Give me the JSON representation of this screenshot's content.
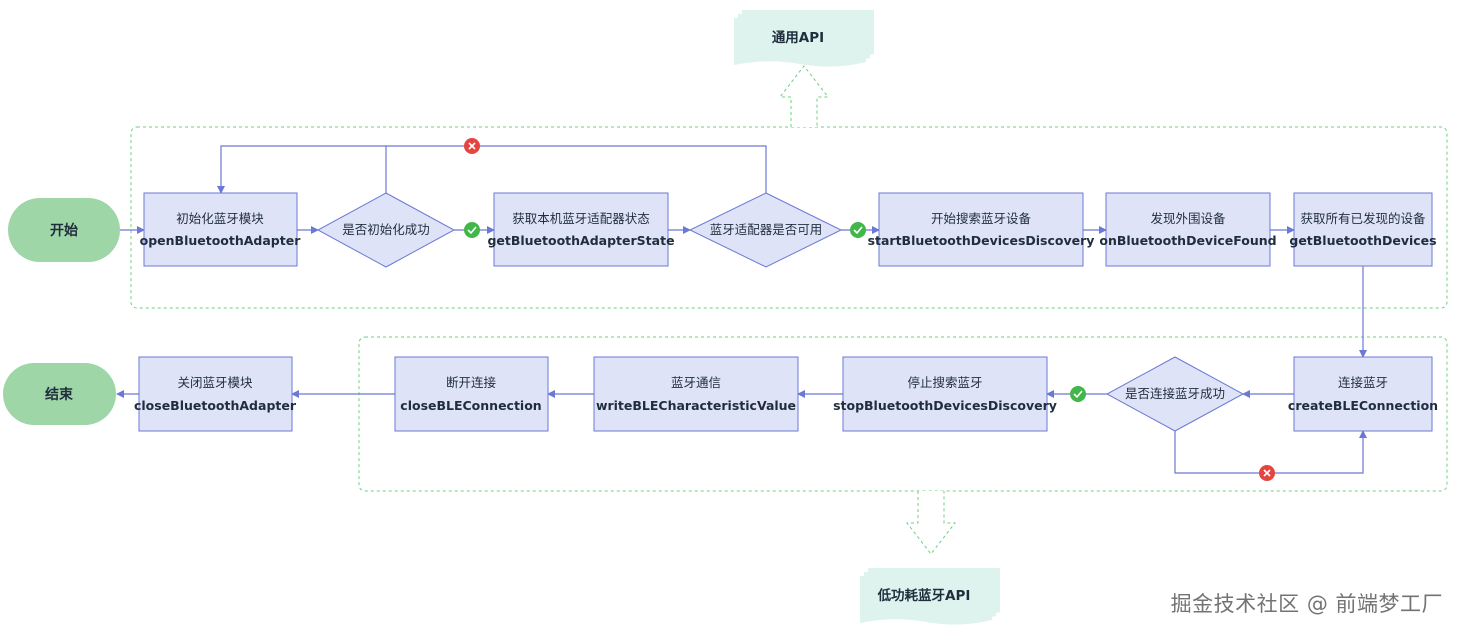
{
  "colors": {
    "box_fill": "#dfe3f7",
    "box_stroke": "#6b79d4",
    "terminal_fill": "#9fd6a8",
    "dashed_group": "#6fcf7d",
    "note_fill": "#def2ee",
    "check": "#43b649",
    "cross": "#e5443f"
  },
  "nodes": {
    "start": "开始",
    "end": "结束",
    "init_zh": "初始化蓝牙模块",
    "init_en": "openBluetoothAdapter",
    "init_ok": "是否初始化成功",
    "getstate_zh": "获取本机蓝牙适配器状态",
    "getstate_en": "getBluetoothAdapterState",
    "available": "蓝牙适配器是否可用",
    "discover_zh": "开始搜索蓝牙设备",
    "discover_en": "startBluetoothDevicesDiscovery",
    "found_zh": "发现外围设备",
    "found_en": "onBluetoothDeviceFound",
    "getall_zh": "获取所有已发现的设备",
    "getall_en": "getBluetoothDevices",
    "connect_zh": "连接蓝牙",
    "connect_en": "createBLEConnection",
    "connect_ok": "是否连接蓝牙成功",
    "stop_zh": "停止搜索蓝牙",
    "stop_en": "stopBluetoothDevicesDiscovery",
    "write_zh": "蓝牙通信",
    "write_en": "writeBLECharacteristicValue",
    "disconnect_zh": "断开连接",
    "disconnect_en": "closeBLEConnection",
    "close_zh": "关闭蓝牙模块",
    "close_en": "closeBluetoothAdapter"
  },
  "notes": {
    "general_api": "通用API",
    "ble_api": "低功耗蓝牙API"
  },
  "watermark": "掘金技术社区 @ 前端梦工厂"
}
